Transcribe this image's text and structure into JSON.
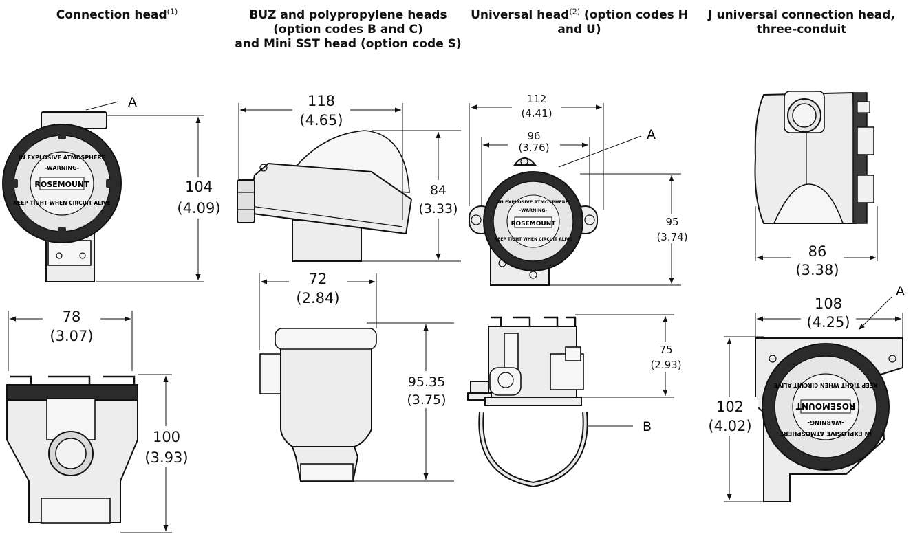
{
  "headers": {
    "col1": {
      "title": "Connection head",
      "note": "(1)"
    },
    "col2": {
      "title_line1": "BUZ and polypropylene heads (option codes B and C)",
      "title_line2": "and Mini SST head (option code S)"
    },
    "col3": {
      "title_pre": "Universal head",
      "note": "(2)",
      "title_post": " (option codes H and U)"
    },
    "col4": {
      "title": "J universal connection head, three-conduit"
    }
  },
  "cover_text": {
    "line1": "IN EXPLOSIVE ATMOSPHERE",
    "line2": "-WARNING-",
    "brand": "ROSEMOUNT",
    "line3": "KEEP TIGHT WHEN CIRCUIT ALIVE"
  },
  "dimensions": {
    "d104": {
      "mm": "104",
      "in": "(4.09)"
    },
    "d78": {
      "mm": "78",
      "in": "(3.07)"
    },
    "d100": {
      "mm": "100",
      "in": "(3.93)"
    },
    "d118": {
      "mm": "118",
      "in": "(4.65)"
    },
    "d84": {
      "mm": "84",
      "in": "(3.33)"
    },
    "d72": {
      "mm": "72",
      "in": "(2.84)"
    },
    "d95_35": {
      "mm": "95.35",
      "in": "(3.75)"
    },
    "d112": {
      "mm": "112",
      "in": "(4.41)"
    },
    "d96": {
      "mm": "96",
      "in": "(3.76)"
    },
    "d95": {
      "mm": "95",
      "in": "(3.74)"
    },
    "d75": {
      "mm": "75",
      "in": "(2.93)"
    },
    "d86": {
      "mm": "86",
      "in": "(3.38)"
    },
    "d108": {
      "mm": "108",
      "in": "(4.25)"
    },
    "d102": {
      "mm": "102",
      "in": "(4.02)"
    }
  },
  "callouts": {
    "a1": "A",
    "a2": "A",
    "a3": "A",
    "b1": "B"
  }
}
